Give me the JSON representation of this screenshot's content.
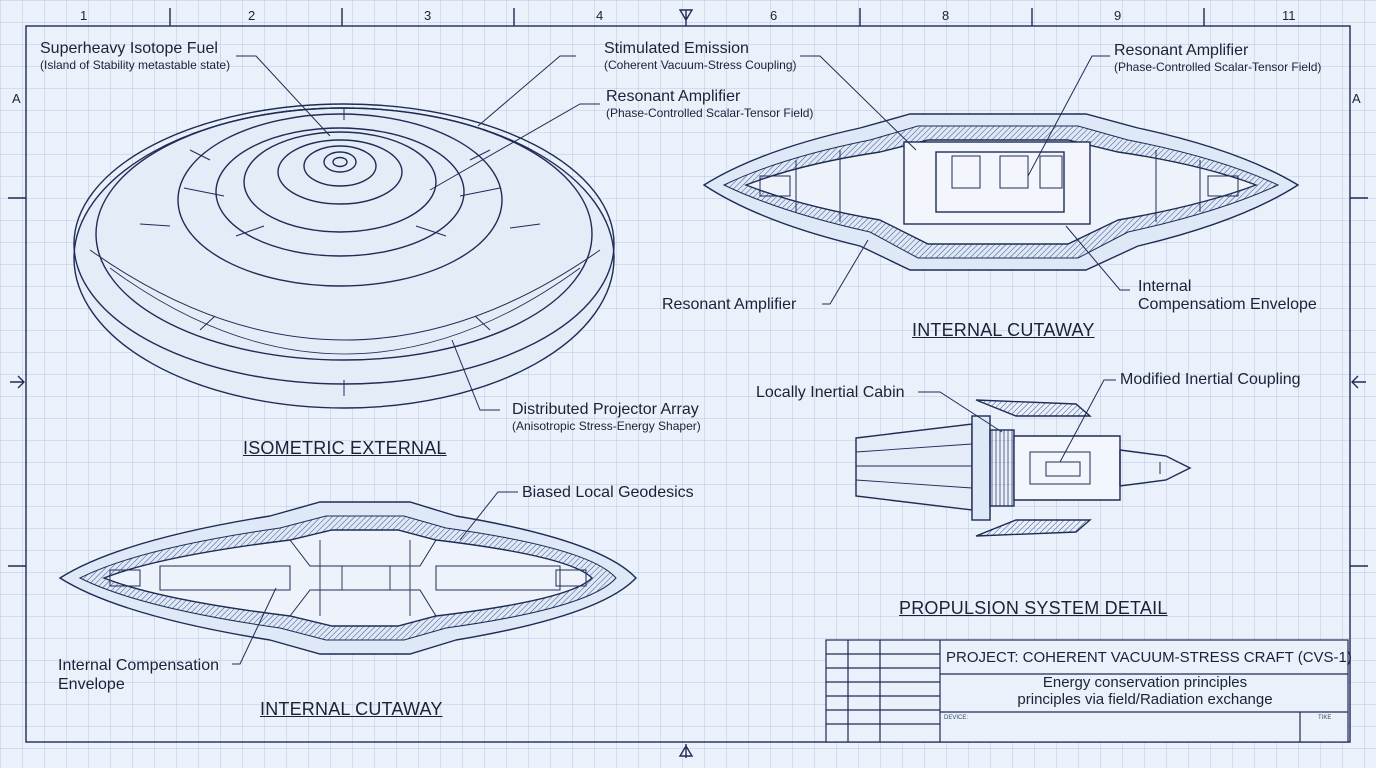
{
  "border": {
    "zones_top": [
      "1",
      "2",
      "3",
      "4",
      "6",
      "8",
      "9",
      "11"
    ],
    "zone_side": "A"
  },
  "labels": {
    "superheavy_fuel": "Superheavy Isotope Fuel",
    "superheavy_fuel_sub": "(Island of Stability metastable state)",
    "stimulated_emission": "Stimulated Emission",
    "stimulated_emission_sub": "(Coherent Vacuum-Stress Coupling)",
    "resonant_amp_center": "Resonant Amplifier",
    "resonant_amp_center_sub": "(Phase-Controlled Scalar-Tensor Field)",
    "resonant_amp_right": "Resonant Amplifier",
    "resonant_amp_right_sub": "(Phase-Controlled Scalar-Tensor Field)",
    "resonant_amp_lower": "Resonant Amplifier",
    "internal_comp_right_1": "Internal",
    "internal_comp_right_2": "Compensatiom Envelope",
    "distributed_projector": "Distributed Projector Array",
    "distributed_projector_sub": "(Anisotropic Stress-Energy Shaper)",
    "locally_inertial_cabin": "Locally Inertial Cabin",
    "modified_inertial": "Modified Inertial Coupling",
    "biased_geodesics": "Biased Local Geodesics",
    "internal_comp_left_1": "Internal Compensation",
    "internal_comp_left_2": "Envelope"
  },
  "titles": {
    "isometric": "ISOMETRIC EXTERNAL",
    "cutaway_top": "INTERNAL CUTAWAY",
    "cutaway_bottom": "INTERNAL CUTAWAY",
    "propulsion": "PROPULSION SYSTEM DETAIL"
  },
  "title_block": {
    "project": "PROJECT: COHERENT VACUUM-STRESS CRAFT (CVS-1)",
    "desc_line1": "Energy conservation principles",
    "desc_line2": "principles via field/Radiation exchange",
    "field_left": "DEVICE:",
    "field_right": "TIKE"
  }
}
